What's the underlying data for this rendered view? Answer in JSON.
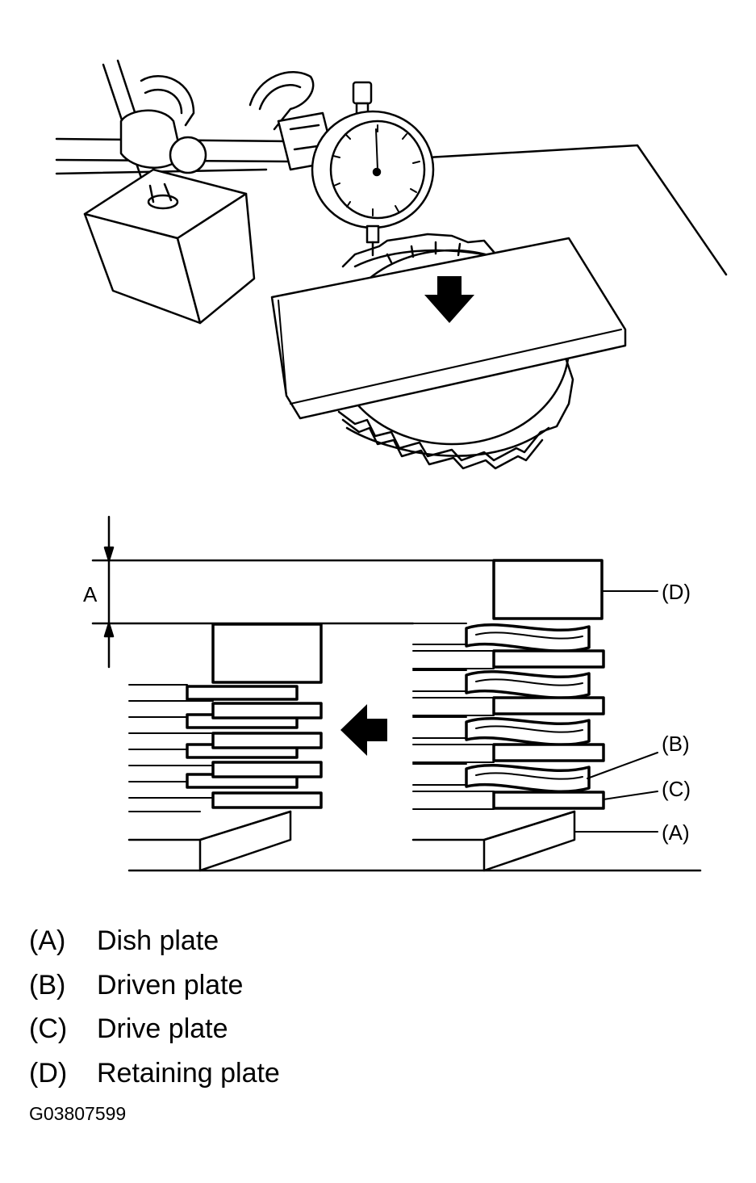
{
  "figure": {
    "dimension_label": "A",
    "callouts": {
      "d": "(D)",
      "b": "(B)",
      "c": "(C)",
      "a": "(A)"
    }
  },
  "legend": [
    {
      "key": "(A)",
      "text": "Dish plate"
    },
    {
      "key": "(B)",
      "text": "Driven plate"
    },
    {
      "key": "(C)",
      "text": "Drive plate"
    },
    {
      "key": "(D)",
      "text": "Retaining plate"
    }
  ],
  "figure_id": "G03807599"
}
